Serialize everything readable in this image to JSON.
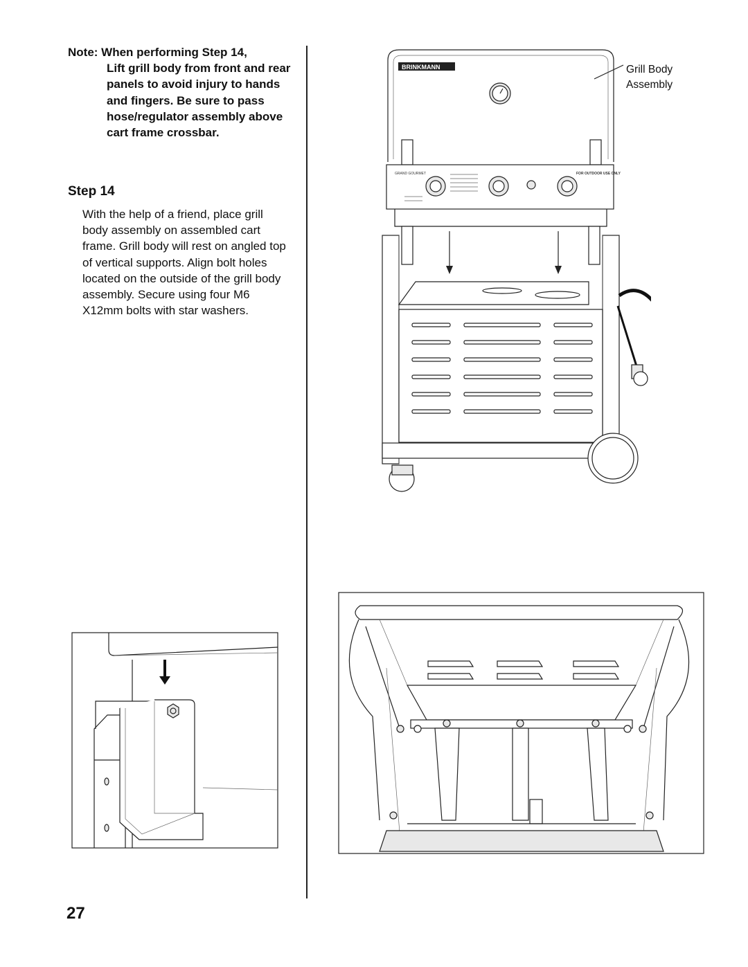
{
  "note": {
    "lead": "Note: When performing Step 14,",
    "body": "Lift grill body from front and rear panels to avoid injury to hands and fingers. Be sure to pass hose/regulator assembly above cart frame crossbar."
  },
  "step": {
    "title": "Step 14",
    "text": "With the help of a friend, place grill body assembly on assembled cart frame. Grill body will rest on angled top of vertical supports. Align bolt holes located on the outside of the grill body assembly. Secure using four M6 X12mm bolts with star washers."
  },
  "callout": {
    "line1": "Grill Body",
    "line2": "Assembly"
  },
  "grill": {
    "brand": "BRINKMANN",
    "panel_left": "GRAND GOURMET",
    "panel_right": "FOR OUTDOOR USE ONLY"
  },
  "page_number": "27"
}
